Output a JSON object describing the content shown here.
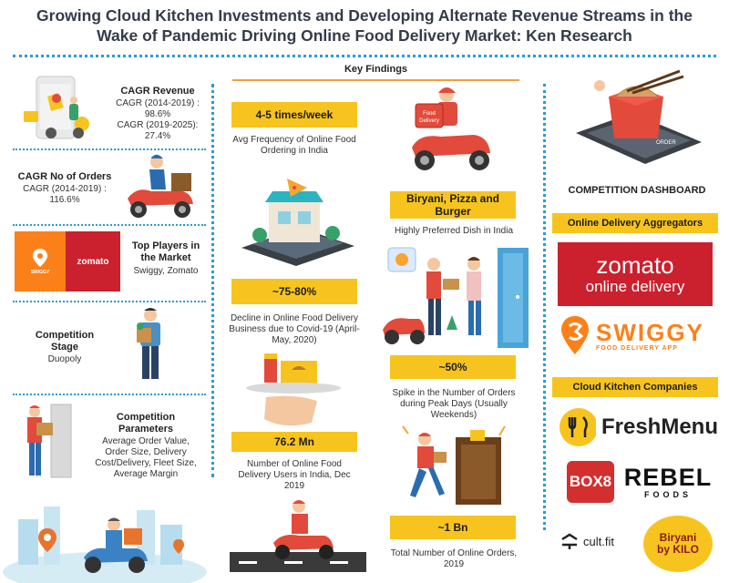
{
  "title_line1": "Growing Cloud Kitchen Investments and Developing Alternate Revenue Streams in the",
  "title_line2": "Wake of Pandemic Driving Online Food Delivery Market: Ken Research",
  "left": {
    "cagr_revenue": {
      "heading": "CAGR Revenue",
      "line1": "CAGR (2014-2019) :",
      "line2": "98.6%",
      "line3": "CAGR (2019-2025):",
      "line4": "27.4%"
    },
    "cagr_orders": {
      "heading": "CAGR No of Orders",
      "line1": "CAGR (2014-2019) :",
      "line2": "116.6%"
    },
    "top_players": {
      "heading_line1": "Top Players in",
      "heading_line2": "the Market",
      "value": "Swiggy, Zomato",
      "swiggy_small": "SWIGGY",
      "zomato_small": "zomato"
    },
    "competition_stage": {
      "heading_line1": "Competition",
      "heading_line2": "Stage",
      "value": "Duopoly"
    },
    "competition_parameters": {
      "heading_line1": "Competition",
      "heading_line2": "Parameters",
      "line1": "Average Order Value,",
      "line2": "Order Size, Delivery",
      "line3": "Cost/Delivery, Fleet Size,",
      "line4": "Average Margin"
    }
  },
  "key_findings": {
    "heading": "Key Findings",
    "f1": {
      "value": "4-5 times/week",
      "desc1": "Avg Frequency of Online Food",
      "desc2": "Ordering in India"
    },
    "f2": {
      "value": "~75-80%",
      "desc1": "Decline in Online Food Delivery",
      "desc2": "Business due to Covid-19 (April-",
      "desc3": "May, 2020)"
    },
    "f3": {
      "value": "76.2 Mn",
      "desc1": "Number of Online Food",
      "desc2": "Delivery Users in India, Dec",
      "desc3": "2019"
    },
    "f4": {
      "value1": "Biryani, Pizza and",
      "value2": "Burger",
      "desc": "Highly Preferred Dish in India"
    },
    "f5": {
      "value": "~50%",
      "desc1": "Spike in the Number of Orders",
      "desc2": "during Peak Days (Usually",
      "desc3": "Weekends)"
    },
    "f6": {
      "value": "~1 Bn",
      "desc1": "Total Number of Online Orders,",
      "desc2": "2019"
    },
    "scooter_label1": "Food",
    "scooter_label2": "Delivery"
  },
  "right": {
    "dashboard_heading": "COMPETITION DASHBOARD",
    "aggregators_label": "Online Delivery Aggregators",
    "zomato_name": "zomato",
    "zomato_sub": "online delivery",
    "swiggy_name": "SWIGGY",
    "swiggy_sub": "FOOD DELIVERY APP",
    "cloud_label": "Cloud Kitchen Companies",
    "freshmenu": "FreshMenu",
    "box8": "BOX8",
    "rebel1": "REBEL",
    "rebel2": "FOODS",
    "cultfit": "cult.fit",
    "biryani1": "Biryani",
    "biryani2": "by KILO",
    "phone_label": "ORDER"
  },
  "colors": {
    "accent_blue": "#2b9bd3",
    "yellow": "#f7c41f",
    "zomato_red": "#cb202d",
    "swiggy_orange": "#fc8019",
    "title": "#333c4a"
  }
}
